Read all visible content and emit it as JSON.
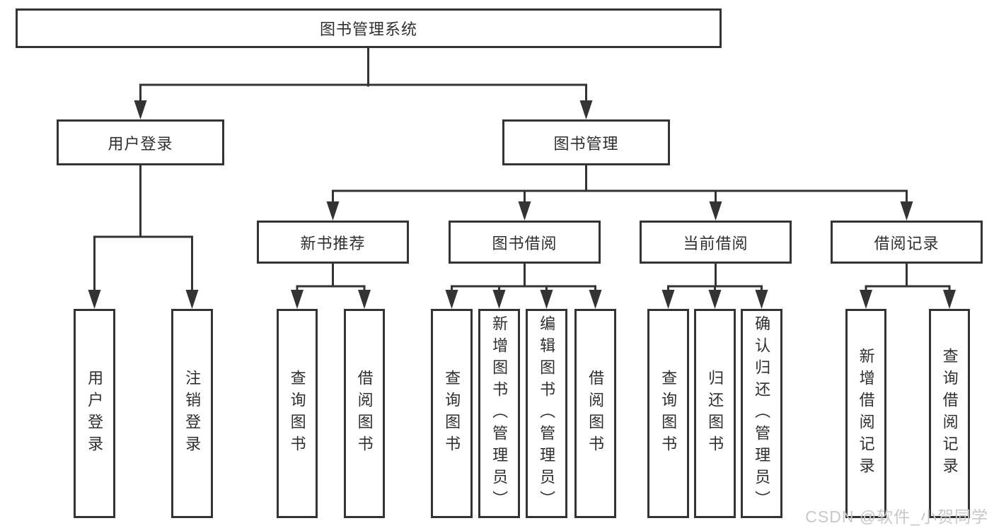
{
  "diagram": {
    "title": "图书管理系统",
    "tree": {
      "label": "图书管理系统",
      "children": [
        {
          "label": "用户登录",
          "children": [
            {
              "label": "用户登录"
            },
            {
              "label": "注销登录"
            }
          ]
        },
        {
          "label": "图书管理",
          "children": [
            {
              "label": "新书推荐",
              "children": [
                {
                  "label": "查询图书"
                },
                {
                  "label": "借阅图书"
                }
              ]
            },
            {
              "label": "图书借阅",
              "children": [
                {
                  "label": "查询图书"
                },
                {
                  "label": "新增图书（管理员）"
                },
                {
                  "label": "编辑图书（管理员）"
                },
                {
                  "label": "借阅图书"
                }
              ]
            },
            {
              "label": "当前借阅",
              "children": [
                {
                  "label": "查询图书"
                },
                {
                  "label": "归还图书"
                },
                {
                  "label": "确认归还（管理员）"
                }
              ]
            },
            {
              "label": "借阅记录",
              "children": [
                {
                  "label": "新增借阅记录"
                },
                {
                  "label": "查询借阅记录"
                }
              ]
            }
          ]
        }
      ]
    },
    "colors": {
      "line": "#333333",
      "box_background": "#ffffff",
      "text": "#2f2f2f",
      "watermark": "#c8c8c8"
    }
  },
  "watermark": {
    "text": "CSDN @软件_小贺同学"
  }
}
